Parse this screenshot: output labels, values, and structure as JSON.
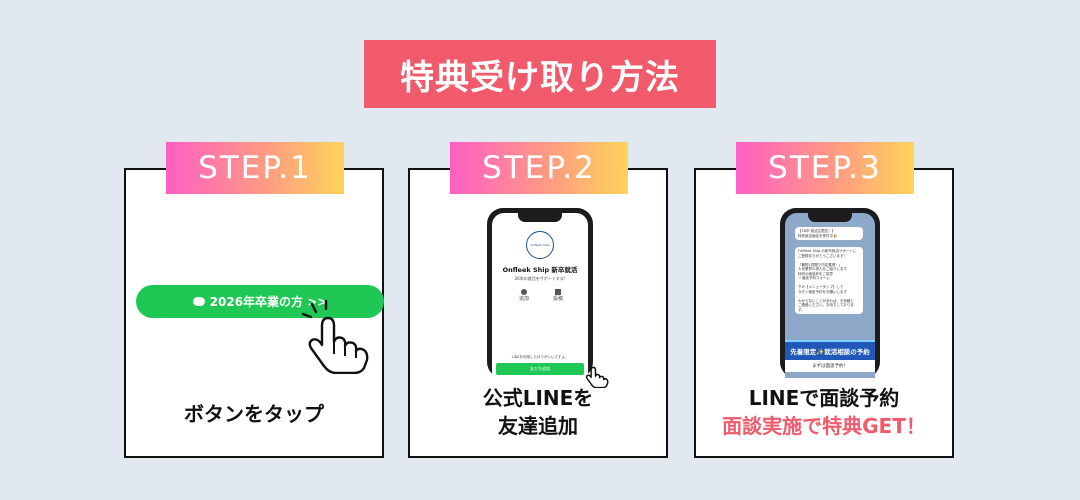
{
  "header": {
    "title": "特典受け取り方法"
  },
  "steps": [
    {
      "label": "STEP.1",
      "button_text": "2026年卒業の方 >>",
      "caption": "ボタンをタップ"
    },
    {
      "label": "STEP.2",
      "profile": {
        "logo_text": "Onfleek Ship",
        "name": "Onfleek Ship 新卒就活",
        "status": "26卒の就活をサポートする!",
        "action1": "追加",
        "action2": "投稿"
      },
      "notice": "LINEを利用したほうがいいですよ。",
      "add_button": "友だち追加",
      "caption_line1": "公式LINEを",
      "caption_line2": "友達追加"
    },
    {
      "label": "STEP.3",
      "chat": {
        "bubble1": "【26卒 就活生限定！】\n特別就活面談を受付中🎉",
        "bubble2": "Onfleek Ship の新卒就活サポートに\nご登録ありがとうございます！\n\n「最短1週間で内定獲得！」\n人気業界の求人をご紹介します\n特別の面談枠をご用意\n→ 面談予約フォーム\n\n下の【メニュータップ】して\n今すぐ面談予約をお願いします\n\nわからないことがあれば、お気軽に\nご連絡ください。お待ちしております。"
      },
      "banner": "先着限定✨就活相談の予約",
      "footer": "まずは面談予約！",
      "caption_line1": "LINEで面談予約",
      "caption_line2": "面談実施で特典GET！"
    }
  ],
  "colors": {
    "accent": "#f05a6b",
    "line_green": "#1fc754",
    "background": "#e2e8f0"
  }
}
